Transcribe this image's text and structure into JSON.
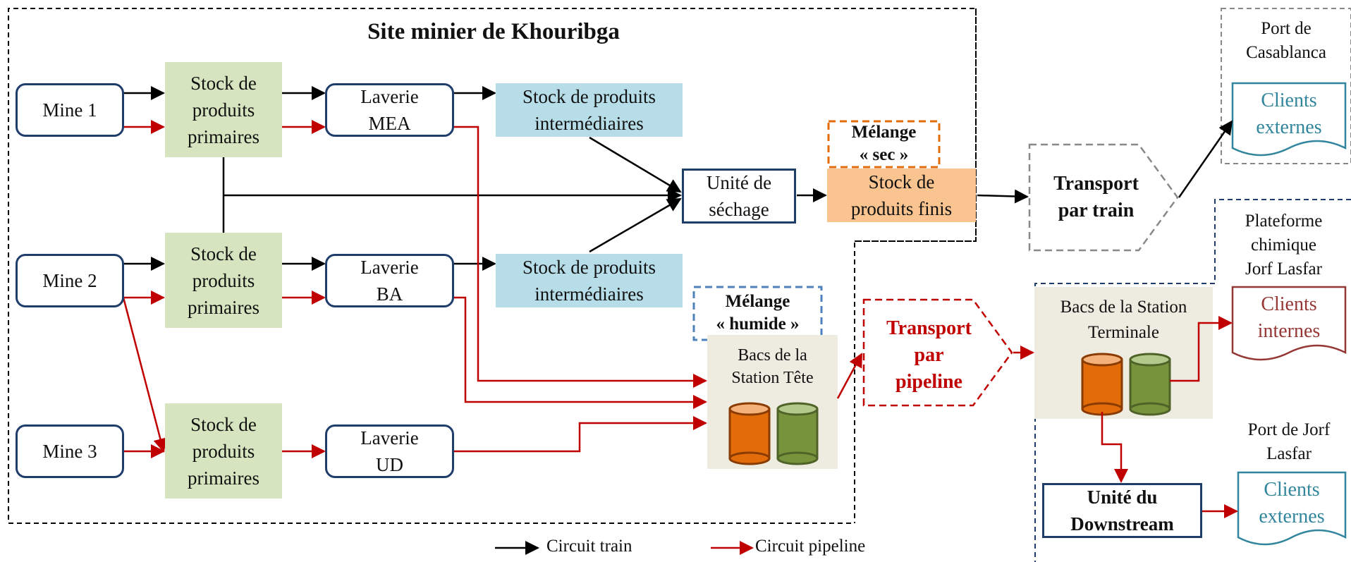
{
  "site": {
    "title": "Site minier de Khouribga"
  },
  "mines": [
    "Mine 1",
    "Mine 2",
    "Mine 3"
  ],
  "stock_primaire": "Stock de\nproduits\nprimaires",
  "laveries": [
    "Laverie\nMEA",
    "Laverie\nBA",
    "Laverie\nUD"
  ],
  "stock_intermediaire": "Stock de produits\nintermédiaires",
  "sechage": "Unité de\nséchage",
  "melange_sec": "Mélange\n« sec »",
  "stock_finis": "Stock de\nproduits finis",
  "melange_humide": "Mélange\n« humide »",
  "bacs_tete": "Bacs de la\nStation Tête",
  "transport_train": "Transport\npar train",
  "transport_pipeline": "Transport\npar\npipeline",
  "port_casablanca": "Port de\nCasablanca",
  "clients_externes": "Clients\nexternes",
  "plateforme": "Plateforme\nchimique\nJorf Lasfar",
  "bacs_terminale": "Bacs de la Station\nTerminale",
  "clients_internes": "Clients\ninternes",
  "port_jorf": "Port de Jorf\nLasfar",
  "downstream": "Unité du\nDownstream",
  "legend": {
    "train": "Circuit train",
    "pipeline": "Circuit pipeline"
  },
  "colors": {
    "train_arrow": "#000000",
    "pipeline_arrow": "#c00000",
    "box_border": "#1f3d6b",
    "primaire_fill": "#d6e4bf",
    "intermediaire_fill": "#b7dde8",
    "finis_fill": "#f9c48f",
    "bacs_fill": "#eeebe0",
    "tank_orange": "#e36c0a",
    "tank_green": "#77933c",
    "clients_teal": "#31859c",
    "clients_red": "#953735"
  }
}
